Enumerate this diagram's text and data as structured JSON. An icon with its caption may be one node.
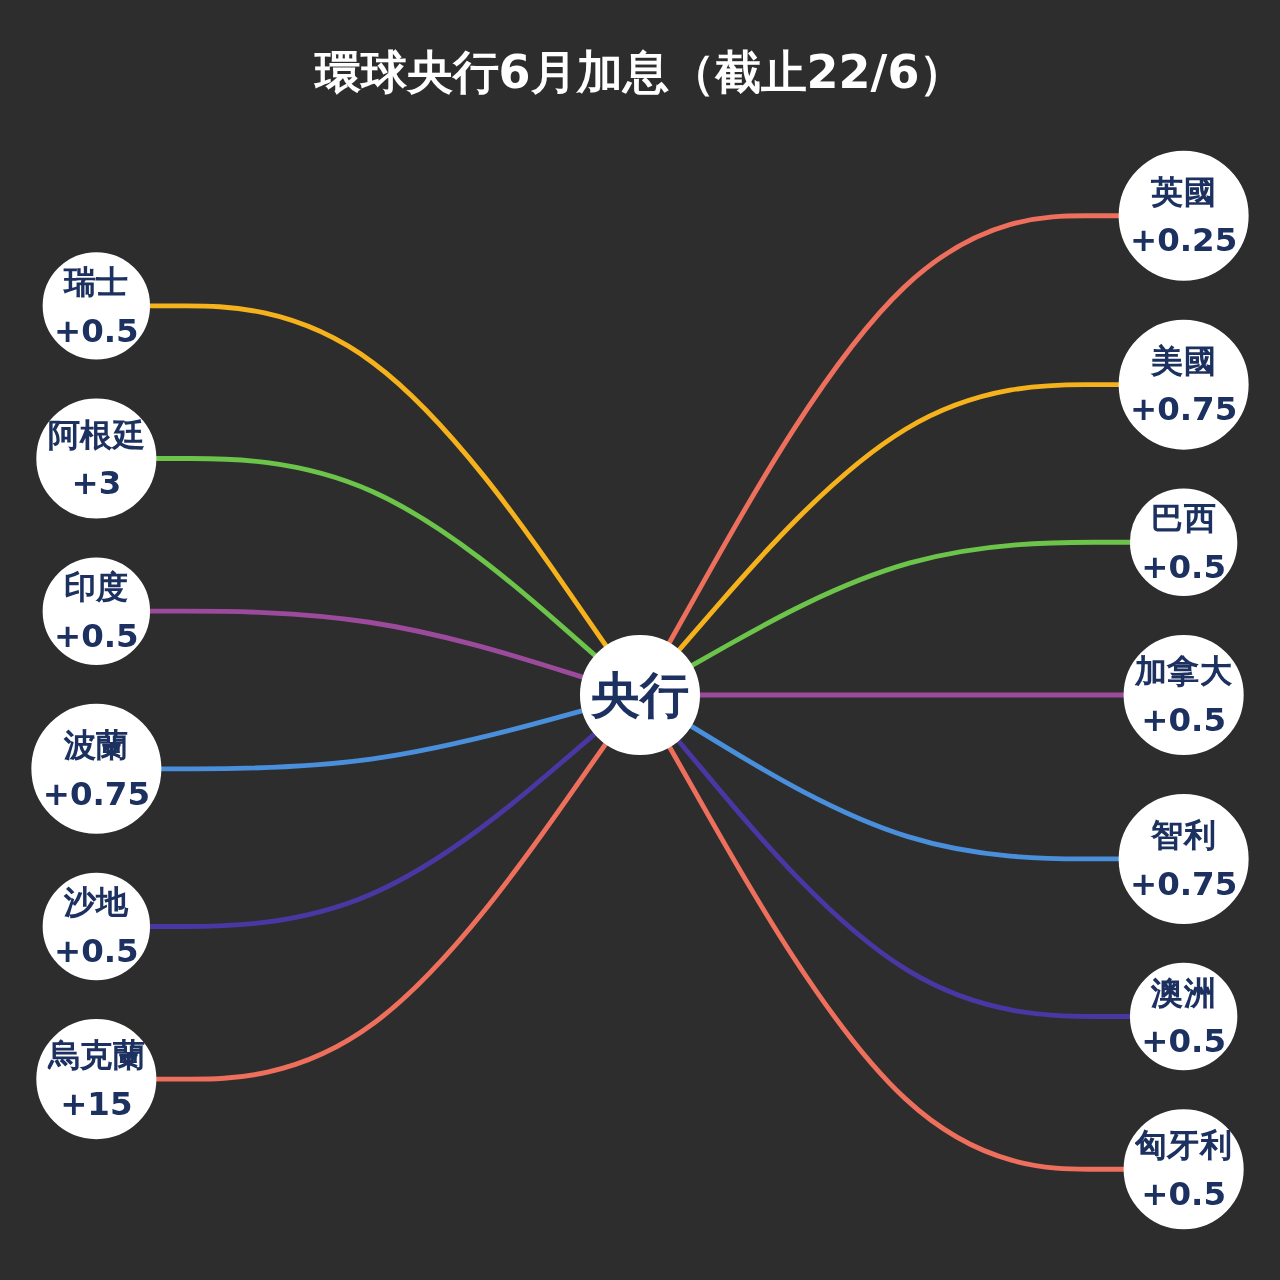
{
  "diagram": {
    "title": "環球央行6月加息（截止22/6）",
    "nodes": [
      {
        "text": [
          "央行"
        ]
      },
      {
        "text": [
          "瑞士",
          "+0.5"
        ]
      },
      {
        "text": [
          "英國",
          "+0.25"
        ]
      },
      {
        "text": [
          "美國",
          "+0.75"
        ]
      },
      {
        "text": [
          "巴西",
          "+0.5"
        ]
      },
      {
        "text": [
          "加拿大",
          "+0.5"
        ]
      },
      {
        "text": [
          "智利",
          "+0.75"
        ]
      },
      {
        "text": [
          "澳洲",
          "+0.5"
        ]
      },
      {
        "text": [
          "匈牙利",
          "+0.5"
        ]
      },
      {
        "text": [
          "烏克蘭",
          "+15"
        ]
      },
      {
        "text": [
          "沙地",
          "+0.5"
        ]
      },
      {
        "text": [
          "波蘭",
          "+0.75"
        ]
      },
      {
        "text": [
          "印度",
          "+0.5"
        ]
      },
      {
        "text": [
          "阿根廷",
          "+3"
        ]
      }
    ],
    "edges": [
      {
        "from": 0,
        "to": 2,
        "arrow": "none",
        "color": "#ee6f5c"
      },
      {
        "from": 0,
        "to": 3,
        "arrow": "none",
        "color": "#f5b21c"
      },
      {
        "from": 0,
        "to": 4,
        "arrow": "none",
        "color": "#6cc44a"
      },
      {
        "from": 0,
        "to": 5,
        "arrow": "none",
        "color": "#9c4b9c"
      },
      {
        "from": 0,
        "to": 6,
        "arrow": "none",
        "color": "#4a8fdc"
      },
      {
        "from": 0,
        "to": 7,
        "arrow": "none",
        "color": "#4b37a3"
      },
      {
        "from": 0,
        "to": 8,
        "arrow": "none",
        "color": "#ee6f5c"
      },
      {
        "from": 1,
        "to": 0,
        "arrow": "none",
        "color": "#f5b21c"
      },
      {
        "from": 13,
        "to": 0,
        "arrow": "none",
        "color": "#6cc44a"
      },
      {
        "from": 12,
        "to": 0,
        "arrow": "none",
        "color": "#9c4b9c"
      },
      {
        "from": 11,
        "to": 0,
        "arrow": "none",
        "color": "#4a8fdc"
      },
      {
        "from": 10,
        "to": 0,
        "arrow": "none",
        "color": "#4b37a3"
      },
      {
        "from": 9,
        "to": 0,
        "arrow": "none",
        "color": "#ee6f5c"
      }
    ]
  }
}
